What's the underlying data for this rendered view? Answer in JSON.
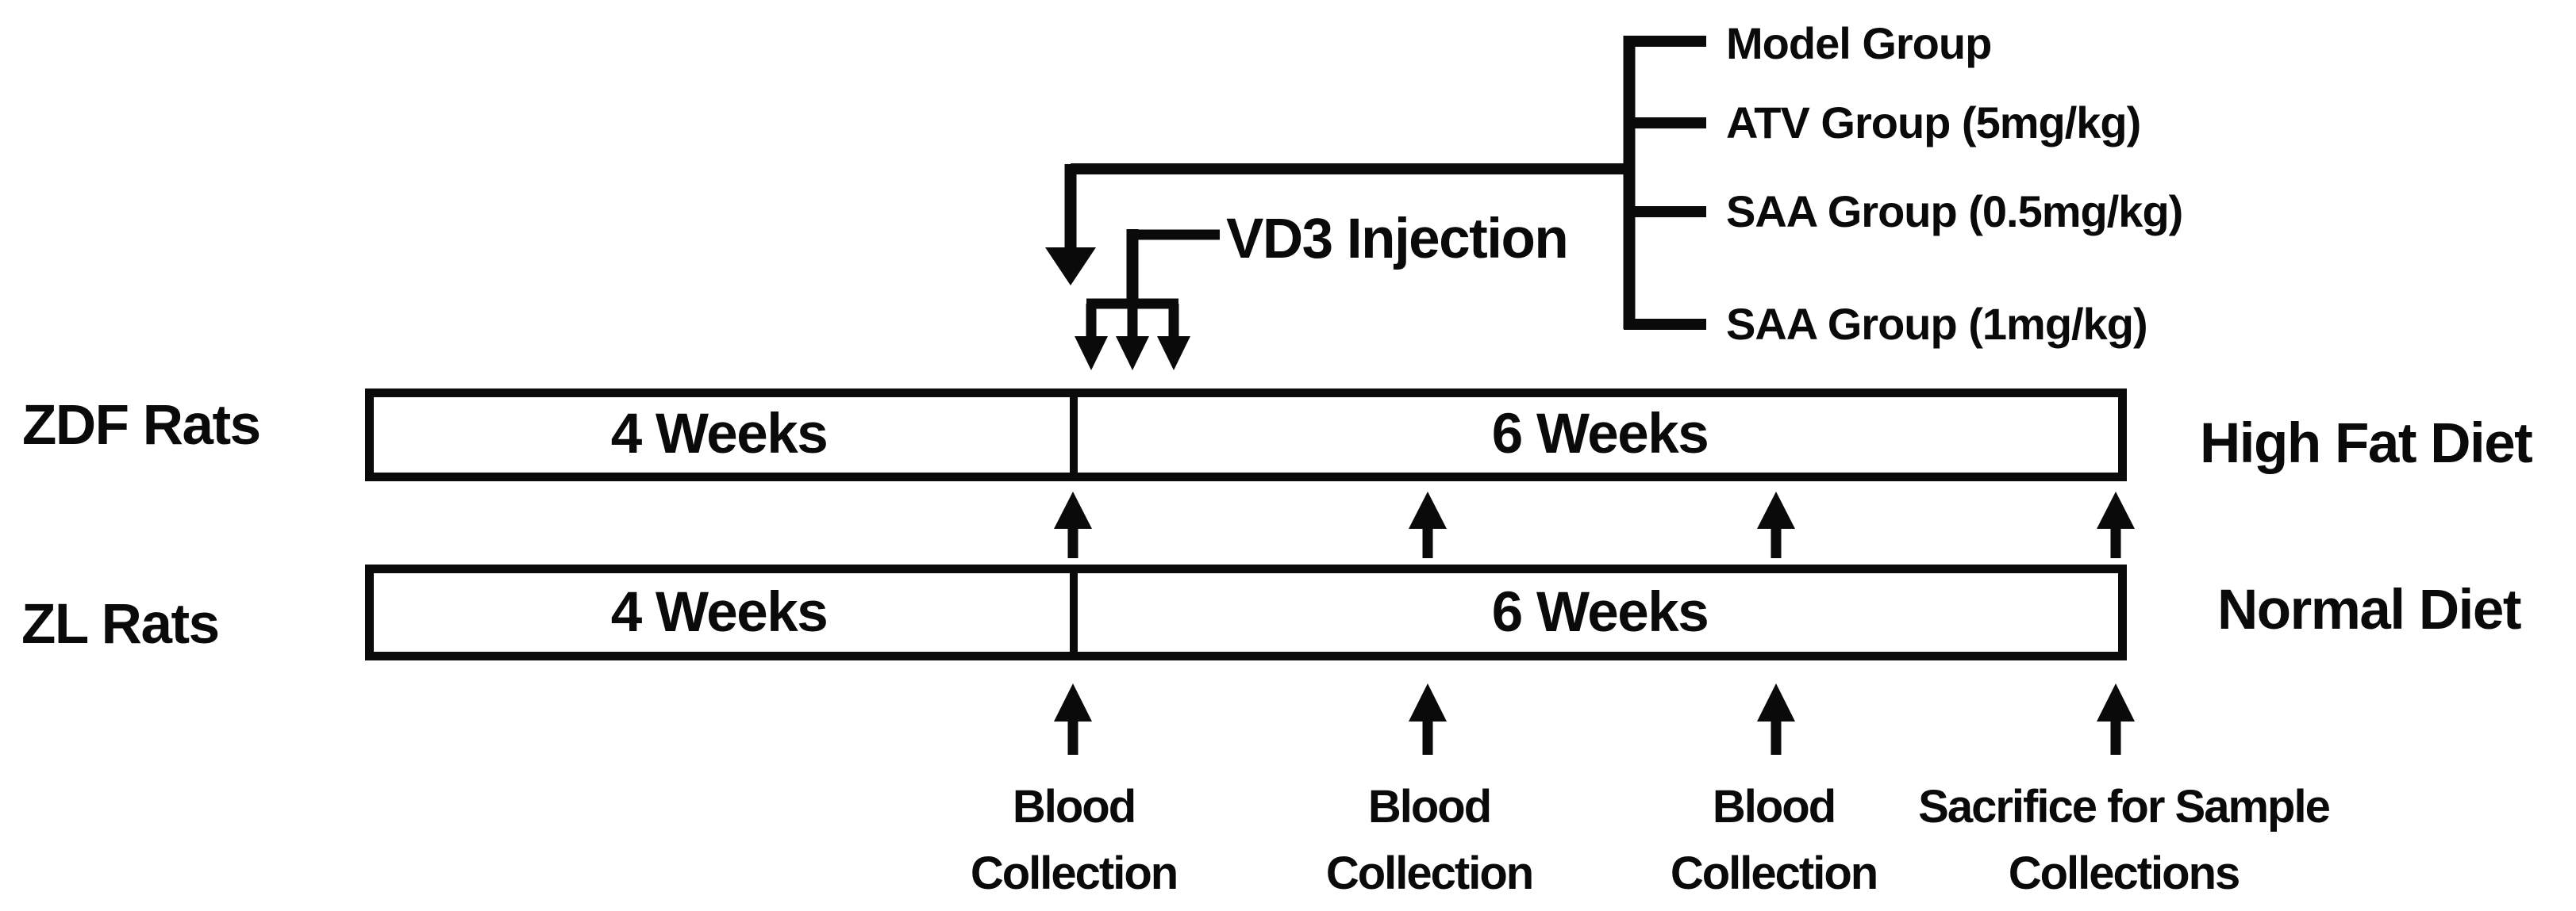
{
  "figure": {
    "rats": [
      {
        "name": "ZDF Rats",
        "phase1": "4 Weeks",
        "phase2": "6 Weeks",
        "diet": "High Fat Diet"
      },
      {
        "name": "ZL Rats",
        "phase1": "4 Weeks",
        "phase2": "6 Weeks",
        "diet": "Normal Diet"
      }
    ],
    "injection_label": "VD3 Injection",
    "groups": [
      {
        "label": "Model Group"
      },
      {
        "label": "ATV Group (5mg/kg)"
      },
      {
        "label": "SAA Group (0.5mg/kg)"
      },
      {
        "label": "SAA Group (1mg/kg)"
      }
    ],
    "timepoints": [
      {
        "label": "Blood\nCollection"
      },
      {
        "label": "Blood\nCollection"
      },
      {
        "label": "Blood\nCollection"
      },
      {
        "label": "Sacrifice for Sample\nCollections"
      }
    ],
    "colors": {
      "ink": "#0a0a0a",
      "background": "#ffffff"
    }
  }
}
